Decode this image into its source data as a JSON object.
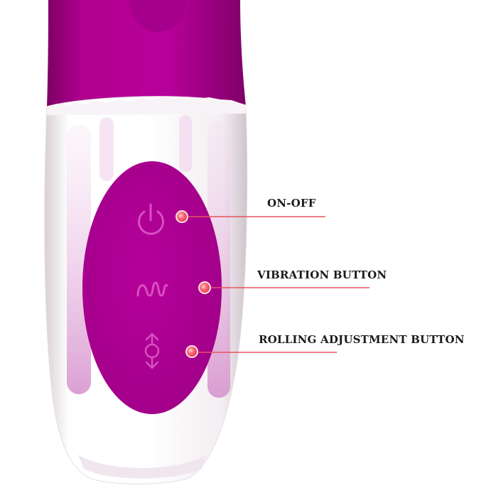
{
  "colors": {
    "silicone": "#b0008f",
    "silicone_dark": "#7e0065",
    "button_panel": "#a3008a",
    "icon": "#d84ec2",
    "callout_dot": "#ff6a78",
    "callout_line": "#e5535f",
    "label_text": "#1a1a1a"
  },
  "icons": {
    "power": "power-icon",
    "vibration": "wave-icon",
    "rolling": "rotate-arrows-icon"
  },
  "callouts": {
    "on_off": "ON-OFF",
    "vibration": "VIBRATION BUTTON",
    "rolling": "ROLLING ADJUSTMENT BUTTON"
  }
}
